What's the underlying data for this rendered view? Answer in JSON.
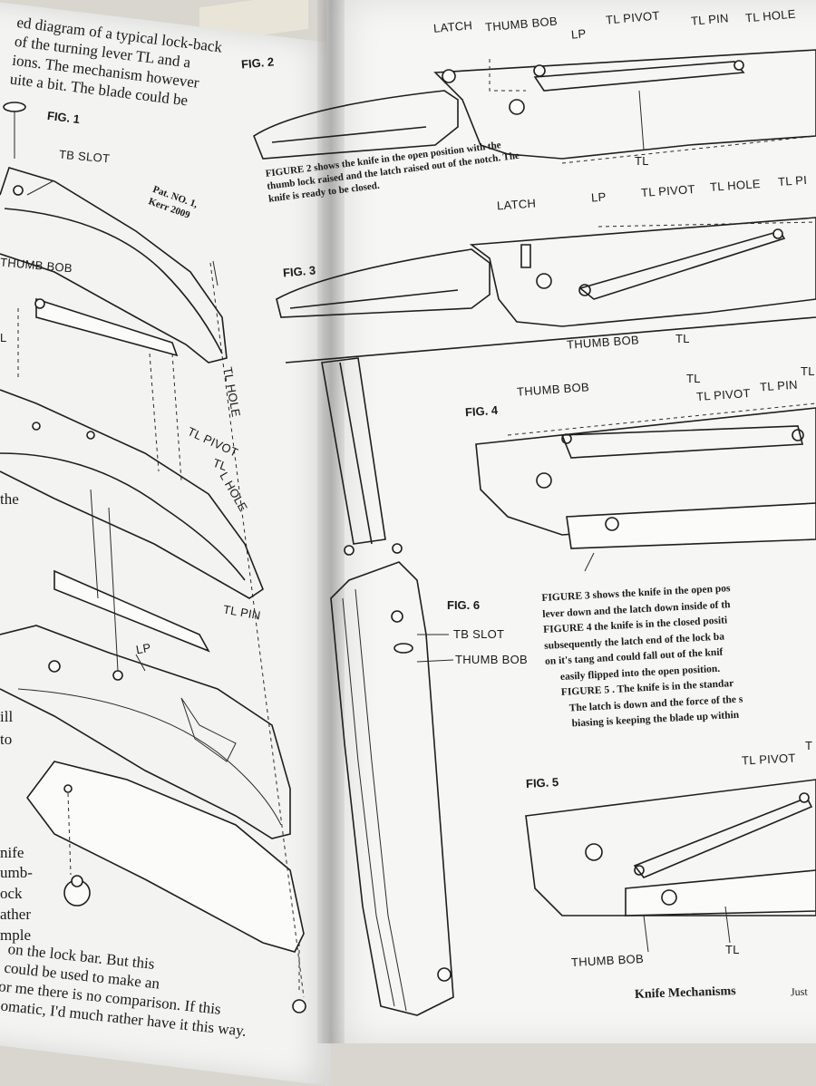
{
  "left_page": {
    "intro_lines": [
      "ed diagram of a typical lock-back",
      "of the turning lever TL and a",
      "ions. The mechanism however",
      "uite a bit. The blade could be"
    ],
    "fig1": "FIG. 1",
    "patent": [
      "Pat. NO. 1,",
      "Kerr 2009"
    ],
    "labels": {
      "tb_slot": "TB SLOT",
      "thumb_bob": "THUMB BOB",
      "l_fragment": "L",
      "tl_hole": "TL HOLE",
      "tl_pivot": "TL PIVOT",
      "tl": "TL",
      "l_hole": "L HOLE",
      "tl_pin": "TL PIN",
      "lp": "LP"
    },
    "margin_fragments": [
      "the",
      "ill",
      "to",
      "nife",
      "umb-",
      "ock",
      "ather",
      "mple"
    ],
    "bottom_lines": [
      "on the lock bar. But this",
      "could be used to make an",
      "or me there is no comparison. If this",
      "nomatic, I'd much rather have it this way."
    ]
  },
  "right_page": {
    "fig2": "FIG. 2",
    "fig2_labels": [
      "LATCH",
      "THUMB BOB",
      "LP",
      "TL PIVOT",
      "TL PIN",
      "TL HOLE",
      "TL"
    ],
    "fig2_caption": [
      "FIGURE 2 shows the knife in the open position with the",
      "thumb lock raised and the latch raised out of the notch. The",
      "knife is ready to be closed."
    ],
    "fig3": "FIG. 3",
    "fig3_labels": [
      "LATCH",
      "LP",
      "TL PIVOT",
      "TL HOLE",
      "TL PI",
      "THUMB BOB",
      "TL"
    ],
    "fig4": "FIG. 4",
    "fig4_labels": [
      "THUMB BOB",
      "TL",
      "TL PIVOT",
      "TL PIN",
      "TL"
    ],
    "fig6": "FIG. 6",
    "fig6_labels": [
      "TB SLOT",
      "THUMB BOB"
    ],
    "body_text": [
      "FIGURE 3 shows the knife in the open pos",
      "lever down and the latch down inside of th",
      "FIGURE 4 the knife is in the closed positi",
      "subsequently the latch end of the lock ba",
      "on it's tang and could fall out of the knif",
      "easily flipped into the open position.",
      "FIGURE 5 . The knife is in the standar",
      "The latch is down and the force of the s",
      "biasing is keeping the blade up within"
    ],
    "fig5": "FIG. 5",
    "fig5_labels": [
      "TL PIVOT",
      "T",
      "THUMB BOB",
      "TL"
    ],
    "footer": "Knife Mechanisms",
    "footer_extra": "Just"
  }
}
